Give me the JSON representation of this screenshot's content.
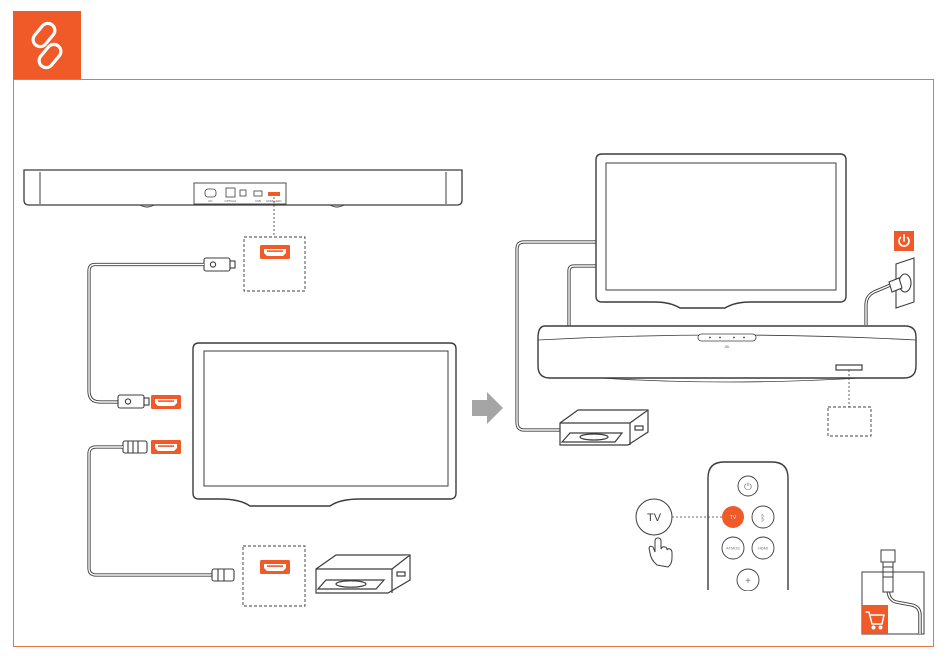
{
  "header": {
    "link_icon": "link-icon",
    "accent": "#f05a28"
  },
  "soundbar_rear": {
    "ports": [
      "DC",
      "OPTICAL",
      "USB",
      "HDMI eARC"
    ]
  },
  "remote": {
    "tv_callout": "TV",
    "buttons": {
      "power": "⏻",
      "tv": "TV",
      "bluetooth": "ᛒ",
      "atmos": "ATMOS",
      "hdmi": "HDMI",
      "volume": "+"
    }
  },
  "soundbar_front_logo": "JBL",
  "icons": {
    "power": "power-icon",
    "cart": "shopping-cart-icon",
    "arrow": "arrow-right-icon"
  },
  "colors": {
    "accent": "#f05a28",
    "line": "#3c3c3c",
    "hdmi_port": "#f05a28"
  }
}
